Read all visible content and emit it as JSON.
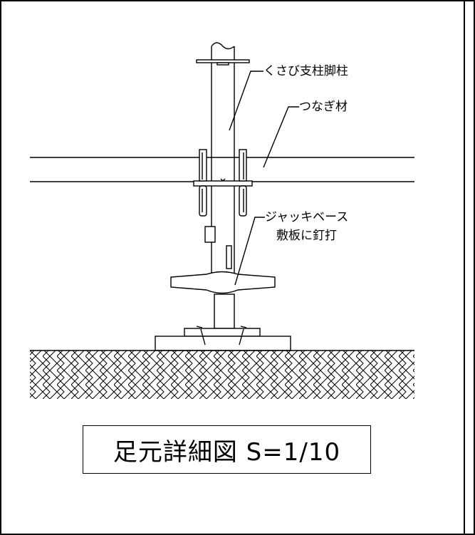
{
  "labels": {
    "wedge_post": "くさび支柱脚柱",
    "tie_member": "つなぎ材",
    "jack_base_line1": "ジャッキベース",
    "jack_base_line2": "敷板に釘打"
  },
  "title": "足元詳細図 S=1/10",
  "colors": {
    "line": "#000000",
    "background": "#ffffff"
  }
}
